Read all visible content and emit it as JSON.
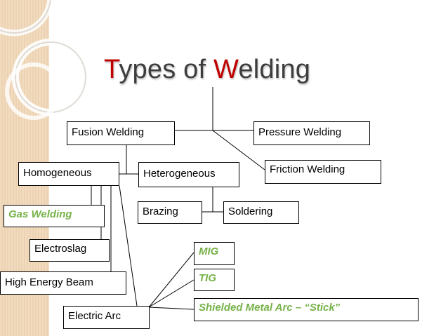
{
  "title": {
    "first_letter": "T",
    "part1": "ypes of ",
    "second_letter": "W",
    "part2": "elding"
  },
  "nodes": {
    "fusion": "Fusion Welding",
    "pressure": "Pressure Welding",
    "friction": "Friction Welding",
    "homogeneous": "Homogeneous",
    "heterogeneous": "Heterogeneous",
    "gas": "Gas Welding",
    "brazing": "Brazing",
    "soldering": "Soldering",
    "electroslag": "Electroslag",
    "mig": "MIG",
    "tig": "TIG",
    "high_energy": "High Energy Beam",
    "smaw": "Shielded Metal Arc – “Stick”",
    "electric_arc": "Electric Arc"
  },
  "colors": {
    "title_accent": "#c00000",
    "green_label": "#77b24a",
    "sidebar": "#f2dcc0"
  }
}
